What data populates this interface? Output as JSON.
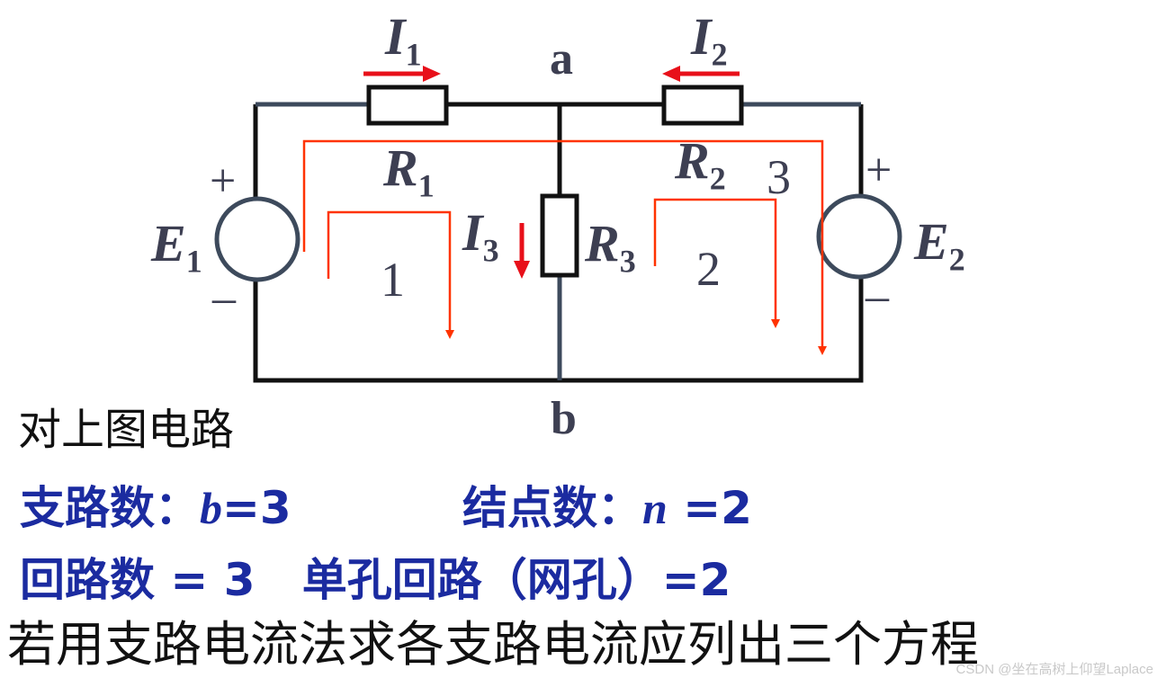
{
  "labels": {
    "node_a": "a",
    "node_b": "b",
    "I1": {
      "sym": "I",
      "sub": "1"
    },
    "I2": {
      "sym": "I",
      "sub": "2"
    },
    "I3": {
      "sym": "I",
      "sub": "3"
    },
    "R1": {
      "sym": "R",
      "sub": "1"
    },
    "R2": {
      "sym": "R",
      "sub": "2"
    },
    "R3": {
      "sym": "R",
      "sub": "3"
    },
    "E1": {
      "sym": "E",
      "sub": "1"
    },
    "E2": {
      "sym": "E",
      "sub": "2"
    },
    "plus": "+",
    "minus": "–",
    "loop1": "1",
    "loop2": "2",
    "loop3": "3"
  },
  "text": {
    "line1": "对上图电路",
    "branch_label": "支路数：",
    "branch_var": "b",
    "branch_val": "=3",
    "node_label": "结点数：",
    "node_var": "n",
    "node_val": " =2",
    "line3": "回路数 = 3   单孔回路（网孔）=2",
    "line4": "若用支路电流法求各支路电流应列出三个方程"
  },
  "watermark": "CSDN @坐在高树上仰望Laplace",
  "colors": {
    "wire": "#111111",
    "wire_gray": "#3d4a5c",
    "loop": "#ff3300",
    "label": "#3d3f52",
    "blue_text": "#1b2ba0"
  }
}
